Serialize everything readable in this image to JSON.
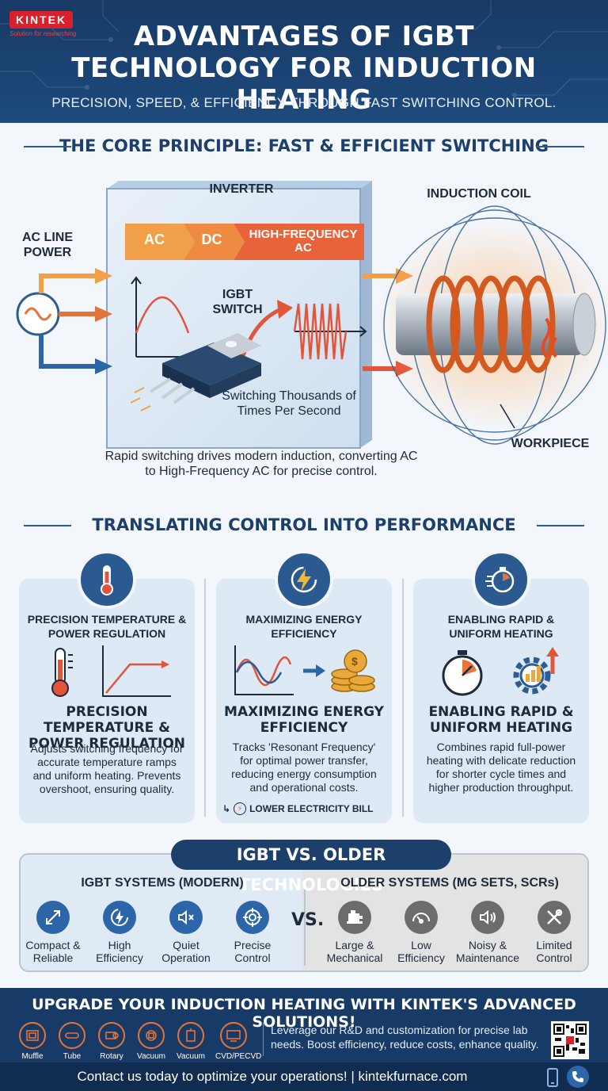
{
  "brand": {
    "logo_text": "KINTEK",
    "tagline": "Solution for researching",
    "accent": "#d8212b"
  },
  "header": {
    "title_line1": "ADVANTAGES OF IGBT",
    "title_line2": "TECHNOLOGY FOR INDUCTION HEATING",
    "subtitle": "PRECISION, SPEED, & EFFICIENCY THROUGH FAST SWITCHING CONTROL."
  },
  "principle": {
    "heading": "THE CORE PRINCIPLE: FAST & EFFICIENT SWITCHING",
    "ac_line_power": "AC LINE POWER",
    "inverter": "INVERTER",
    "stage_ac": "AC",
    "stage_dc": "DC",
    "stage_hf": "HIGH-FREQUENCY AC",
    "igbt_switch": "IGBT SWITCH",
    "switching_note": "Switching Thousands of Times Per Second",
    "induction_coil": "INDUCTION COIL",
    "workpiece": "WORKPIECE",
    "caption": "Rapid switching drives modern induction, converting AC to High-Frequency AC for precise control."
  },
  "performance": {
    "heading": "TRANSLATING CONTROL INTO PERFORMANCE",
    "cards": [
      {
        "icon": "thermometer-icon",
        "small_title": "PRECISION TEMPERATURE & POWER REGULATION",
        "big_title": "PRECISION TEMPERATURE & POWER REGULATION",
        "description": "Adjusts switching frequency for accurate temperature ramps and uniform heating. Prevents overshoot, ensuring quality."
      },
      {
        "icon": "energy-bolt-icon",
        "small_title": "MAXIMIZING ENERGY EFFICIENCY",
        "big_title": "MAXIMIZING ENERGY EFFICIENCY",
        "description": "Tracks 'Resonant Frequency' for optimal power transfer, reducing energy consumption and operational costs.",
        "footnote": "LOWER ELECTRICITY BILL"
      },
      {
        "icon": "stopwatch-icon",
        "small_title": "ENABLING RAPID & UNIFORM HEATING",
        "big_title": "ENABLING RAPID & UNIFORM HEATING",
        "description": "Combines rapid full-power heating with delicate reduction for shorter cycle times and higher production throughput."
      }
    ]
  },
  "comparison": {
    "heading": "IGBT VS. OLDER TECHNOLOGIES",
    "modern_title": "IGBT SYSTEMS (MODERN)",
    "older_title": "OLDER SYSTEMS (MG SETS, SCRs)",
    "vs": "VS.",
    "modern_items": [
      {
        "icon": "compact-arrows-icon",
        "label": "Compact & Reliable"
      },
      {
        "icon": "high-efficiency-icon",
        "label": "High Efficiency"
      },
      {
        "icon": "quiet-speaker-icon",
        "label": "Quiet Operation"
      },
      {
        "icon": "target-icon",
        "label": "Precise Control"
      }
    ],
    "older_items": [
      {
        "icon": "machine-icon",
        "label": "Large & Mechanical"
      },
      {
        "icon": "gauge-icon",
        "label": "Low Efficiency"
      },
      {
        "icon": "noisy-speaker-icon",
        "label": "Noisy & Maintenance"
      },
      {
        "icon": "tools-icon",
        "label": "Limited Control"
      }
    ]
  },
  "footer": {
    "title": "UPGRADE YOUR INDUCTION HEATING WITH KINTEK'S ADVANCED SOLUTIONS!",
    "products": [
      "Muffle",
      "Tube",
      "Rotary",
      "Vacuum",
      "Vacuum",
      "CVD/PECVD"
    ],
    "description": "Leverage our R&D and customization for precise lab needs. Boost efficiency, reduce costs, enhance quality.",
    "contact": "Contact us today to optimize your operations!  |  kintekfurnace.com"
  }
}
